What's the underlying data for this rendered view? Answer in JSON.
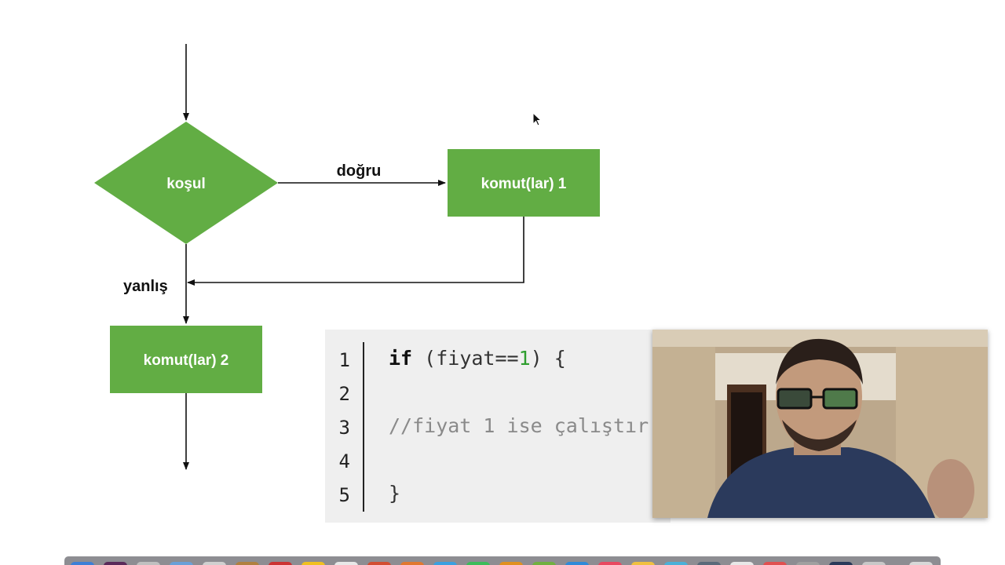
{
  "flowchart": {
    "condition_label": "koşul",
    "true_label": "doğru",
    "false_label": "yanlış",
    "command1_label": "komut(lar) 1",
    "command2_label": "komut(lar) 2",
    "node_color": "#62ad44",
    "line_color": "#111111"
  },
  "code": {
    "line_numbers": [
      "1",
      "2",
      "3",
      "4",
      "5"
    ],
    "line1_keyword": "if",
    "line1_open": " (fiyat==",
    "line1_number": "1",
    "line1_close": ") {",
    "line3_comment": "//fiyat 1 ise çalıştır",
    "line5": "}"
  },
  "webcam": {
    "icon": "webcam-person-video"
  },
  "dock": {
    "icon": "dock-app-icons"
  }
}
